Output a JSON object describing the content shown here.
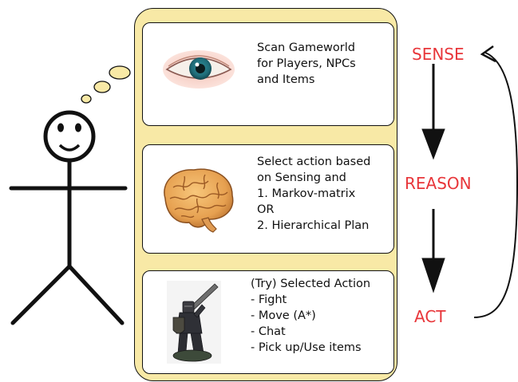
{
  "cards": {
    "sense": {
      "icon": "eye-icon",
      "lines": [
        "Scan Gameworld",
        "for Players, NPCs",
        "and Items"
      ]
    },
    "reason": {
      "icon": "brain-icon",
      "lines": [
        "Select action based",
        "on Sensing and",
        "1. Markov-matrix",
        "OR",
        "2. Hierarchical Plan"
      ]
    },
    "act": {
      "icon": "knight-figure-icon",
      "lines": [
        "(Try) Selected Action",
        "- Fight",
        "- Move (A*)",
        "- Chat",
        "- Pick up/Use items"
      ]
    }
  },
  "stages": {
    "sense": "SENSE",
    "reason": "REASON",
    "act": "ACT"
  },
  "colors": {
    "panel": "#f8e9a6",
    "stage_label": "#e8363a",
    "stroke": "#111111"
  }
}
